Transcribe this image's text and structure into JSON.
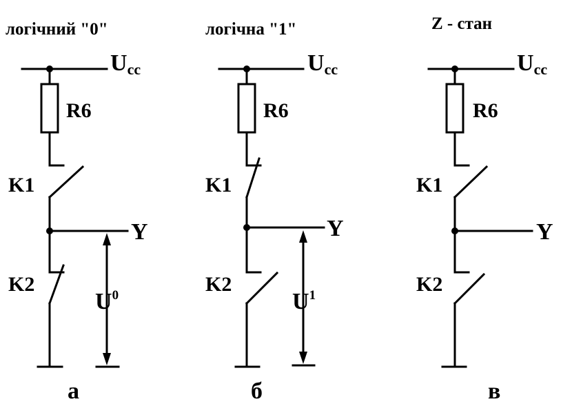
{
  "panels": [
    {
      "title": "логічний \"0\"",
      "ucc": {
        "base": "U",
        "sub": "cc"
      },
      "resistor": "R6",
      "k1": "K1",
      "k2": "K2",
      "output": "Y",
      "voltage": {
        "base": "U",
        "sup": "0"
      },
      "caption": "а",
      "k1_closed": false,
      "k2_closed": true
    },
    {
      "title": "логічна \"1\"",
      "ucc": {
        "base": "U",
        "sub": "cc"
      },
      "resistor": "R6",
      "k1": "K1",
      "k2": "K2",
      "output": "Y",
      "voltage": {
        "base": "U",
        "sup": "1"
      },
      "caption": "б",
      "k1_closed": true,
      "k2_closed": false
    },
    {
      "title": "Z - стан",
      "ucc": {
        "base": "U",
        "sub": "cc"
      },
      "resistor": "R6",
      "k1": "K1",
      "k2": "K2",
      "output": "Y",
      "caption": "в",
      "k1_closed": false,
      "k2_closed": false
    }
  ]
}
